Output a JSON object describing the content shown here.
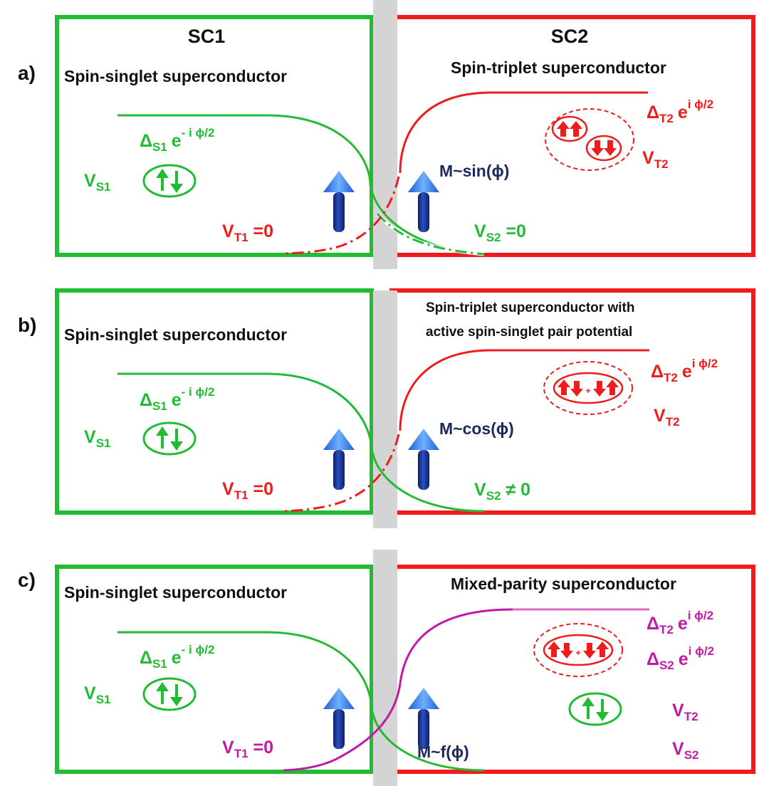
{
  "colors": {
    "sc1": "#22bb33",
    "sc2": "#ee1c1c",
    "mixed": "#c01aa6",
    "barrier": "#d4d4d4",
    "moment_text": "#1f2a5c",
    "arrow_head": "#2f7be0",
    "arrow_shaft": "#16308c",
    "label": "#111111"
  },
  "header": {
    "sc1": "SC1",
    "sc2": "SC2"
  },
  "panels": [
    {
      "label": "a)",
      "sc1_title": "Spin-singlet superconductor",
      "sc2_title": "Spin-triplet superconductor",
      "delta1": {
        "main": "Δ",
        "sub": "S1",
        "exp": "e",
        "sup": "- i ϕ/2"
      },
      "v1": {
        "main": "V",
        "sub": "S1"
      },
      "vt1": {
        "main": "V",
        "sub": "T1",
        "tail": " =0"
      },
      "moment": "M~sin(ϕ)",
      "vs2": {
        "main": "V",
        "sub": "S2",
        "tail": " =0"
      },
      "delta2": [
        {
          "main": "Δ",
          "sub": "T2",
          "exp": "e",
          "sup": "i ϕ/2"
        }
      ],
      "v2": [
        {
          "main": "V",
          "sub": "T2"
        }
      ],
      "pairs": "↑↑ ↓↓"
    },
    {
      "label": "b)",
      "sc1_title": "Spin-singlet superconductor",
      "sc2_title": [
        "Spin-triplet superconductor with",
        "active spin-singlet pair potential"
      ],
      "delta1": {
        "main": "Δ",
        "sub": "S1",
        "exp": "e",
        "sup": "- i ϕ/2"
      },
      "v1": {
        "main": "V",
        "sub": "S1"
      },
      "vt1": {
        "main": "V",
        "sub": "T1",
        "tail": " =0"
      },
      "moment": "M~cos(ϕ)",
      "vs2": {
        "main": "V",
        "sub": "S2",
        "tail": " ≠ 0"
      },
      "delta2": [
        {
          "main": "Δ",
          "sub": "T2",
          "exp": "e",
          "sup": "i ϕ/2"
        }
      ],
      "v2": [
        {
          "main": "V",
          "sub": "T2"
        }
      ],
      "pairs": "↑↓+↓↑"
    },
    {
      "label": "c)",
      "sc1_title": "Spin-singlet superconductor",
      "sc2_title": "Mixed-parity superconductor",
      "delta1": {
        "main": "Δ",
        "sub": "S1",
        "exp": "e",
        "sup": "- i ϕ/2"
      },
      "v1": {
        "main": "V",
        "sub": "S1"
      },
      "vt1": {
        "main": "V",
        "sub": "T1",
        "tail": " =0"
      },
      "moment": "M~f(ϕ)",
      "delta2": [
        {
          "main": "Δ",
          "sub": "T2",
          "exp": "e",
          "sup": "i ϕ/2"
        },
        {
          "main": "Δ",
          "sub": "S2",
          "exp": "e",
          "sup": "i ϕ/2"
        }
      ],
      "v2": [
        {
          "main": "V",
          "sub": "T2"
        },
        {
          "main": "V",
          "sub": "S2"
        }
      ],
      "pairs": "↑↓+↓↑"
    }
  ]
}
